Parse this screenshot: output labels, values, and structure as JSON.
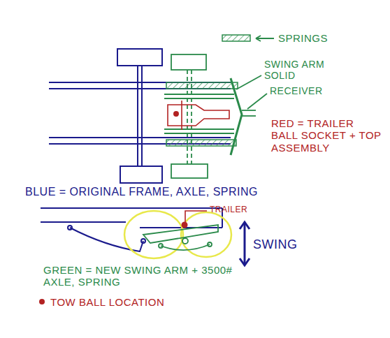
{
  "diagram": {
    "labels": [
      "SPRINGS",
      "SWING ARM SOLID",
      "RECEIVER",
      "RED = TRAILER BALL SOCKET + TOP ASSEMBLY",
      "BLUE = ORIGINAL FRAME, AXLE, SPRING",
      "TRAILER",
      "SWING",
      "GREEN = NEW SWING ARM + 3500# AXLE, SPRING",
      "TOW BALL LOCATION"
    ]
  }
}
